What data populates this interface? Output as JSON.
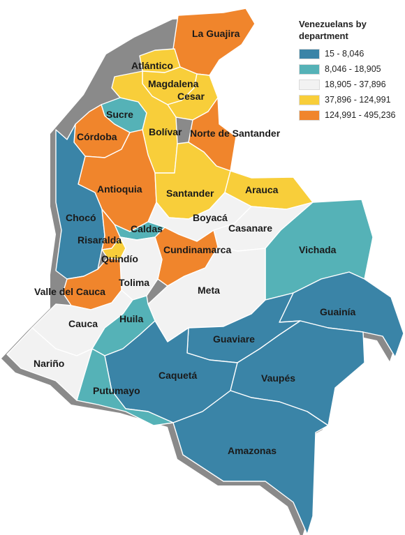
{
  "legend": {
    "title": "Venezuelans by\ndepartment",
    "items": [
      {
        "label": "15 - 8,046",
        "color": "#3a84a7"
      },
      {
        "label": "8,046 - 18,905",
        "color": "#55b2b7"
      },
      {
        "label": "18,905 - 37,896",
        "color": "#f2f2f2"
      },
      {
        "label": "37,896 - 124,991",
        "color": "#f8ce3a"
      },
      {
        "label": "124,991 - 495,236",
        "color": "#f0852c"
      }
    ]
  },
  "departments": [
    {
      "name": "La Guajira",
      "bin": 4
    },
    {
      "name": "Atlántico",
      "bin": 3
    },
    {
      "name": "Magdalena",
      "bin": 3
    },
    {
      "name": "Cesar",
      "bin": 3
    },
    {
      "name": "Sucre",
      "bin": 1
    },
    {
      "name": "Córdoba",
      "bin": 4
    },
    {
      "name": "Bolívar",
      "bin": 3
    },
    {
      "name": "Norte de Santander",
      "bin": 4
    },
    {
      "name": "Antioquia",
      "bin": 4
    },
    {
      "name": "Santander",
      "bin": 3
    },
    {
      "name": "Arauca",
      "bin": 3
    },
    {
      "name": "Chocó",
      "bin": 0
    },
    {
      "name": "Boyacá",
      "bin": 2
    },
    {
      "name": "Casanare",
      "bin": 2
    },
    {
      "name": "Caldas",
      "bin": 1
    },
    {
      "name": "Risaralda",
      "bin": 4
    },
    {
      "name": "Cundinamarca",
      "bin": 4
    },
    {
      "name": "Vichada",
      "bin": 1
    },
    {
      "name": "Quindío",
      "bin": 3
    },
    {
      "name": "Tolima",
      "bin": 2
    },
    {
      "name": "Meta",
      "bin": 2
    },
    {
      "name": "Valle del Cauca",
      "bin": 4
    },
    {
      "name": "Guainía",
      "bin": 0
    },
    {
      "name": "Cauca",
      "bin": 2
    },
    {
      "name": "Huila",
      "bin": 1
    },
    {
      "name": "Guaviare",
      "bin": 0
    },
    {
      "name": "Nariño",
      "bin": 2
    },
    {
      "name": "Caquetá",
      "bin": 0
    },
    {
      "name": "Vaupés",
      "bin": 0
    },
    {
      "name": "Putumayo",
      "bin": 1
    },
    {
      "name": "Amazonas",
      "bin": 0
    }
  ]
}
